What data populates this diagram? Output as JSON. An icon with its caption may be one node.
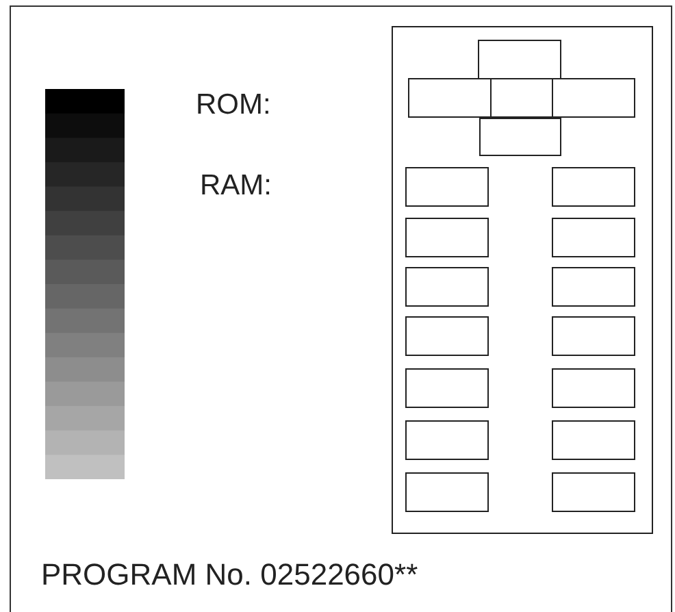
{
  "diagram": {
    "nodes": [
      {
        "text": [],
        "shape": "box"
      },
      {
        "text": [],
        "shape": "box",
        "in": 0
      },
      {
        "text": [],
        "shape": "box",
        "in": 0
      },
      {
        "text": [],
        "shape": "box",
        "in": 0
      },
      {
        "text": [],
        "shape": "box",
        "in": 0
      },
      {
        "text": [],
        "shape": "box",
        "in": 0
      },
      {
        "text": [],
        "shape": "box",
        "in": 0
      },
      {
        "text": [],
        "shape": "box",
        "in": 0
      },
      {
        "text": [],
        "shape": "box",
        "in": 0
      },
      {
        "text": [],
        "shape": "box",
        "in": 0
      },
      {
        "text": [],
        "shape": "box",
        "in": 0
      },
      {
        "text": [],
        "shape": "box",
        "in": 0
      },
      {
        "text": [],
        "shape": "box",
        "in": 0
      },
      {
        "text": [],
        "shape": "box",
        "in": 0
      },
      {
        "text": [],
        "shape": "box",
        "in": 0
      },
      {
        "text": [],
        "shape": "box",
        "in": 0
      },
      {
        "text": [],
        "shape": "box",
        "in": 0
      },
      {
        "text": [],
        "shape": "box",
        "in": 0
      },
      {
        "text": [],
        "shape": "box",
        "in": 0
      },
      {
        "text": [],
        "shape": "box",
        "in": 0
      }
    ],
    "labels": [
      "ROM:",
      "RAM:",
      "PROGRAM No. 02522660**"
    ]
  }
}
